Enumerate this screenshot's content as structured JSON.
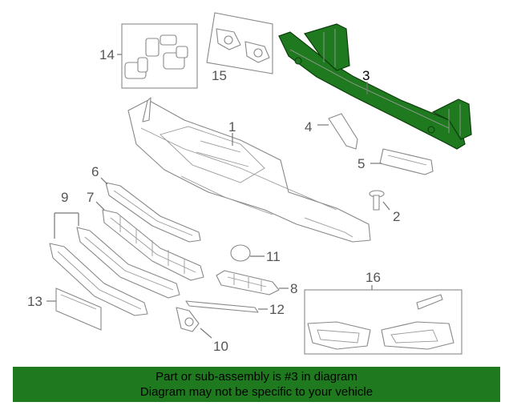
{
  "diagram": {
    "callouts": {
      "c1": "1",
      "c2": "2",
      "c3": "3",
      "c4": "4",
      "c5": "5",
      "c6": "6",
      "c7": "7",
      "c8": "8",
      "c9": "9",
      "c10": "10",
      "c11": "11",
      "c12": "12",
      "c13": "13",
      "c14": "14",
      "c15": "15",
      "c16": "16"
    },
    "highlighted_part": "3",
    "colors": {
      "highlight": "#1f7a1f",
      "line": "#888888",
      "banner": "#1f7a1f"
    }
  },
  "banner": {
    "line1": "Part or sub-assembly is #3 in diagram",
    "line2": "Diagram may not be specific to your vehicle"
  }
}
